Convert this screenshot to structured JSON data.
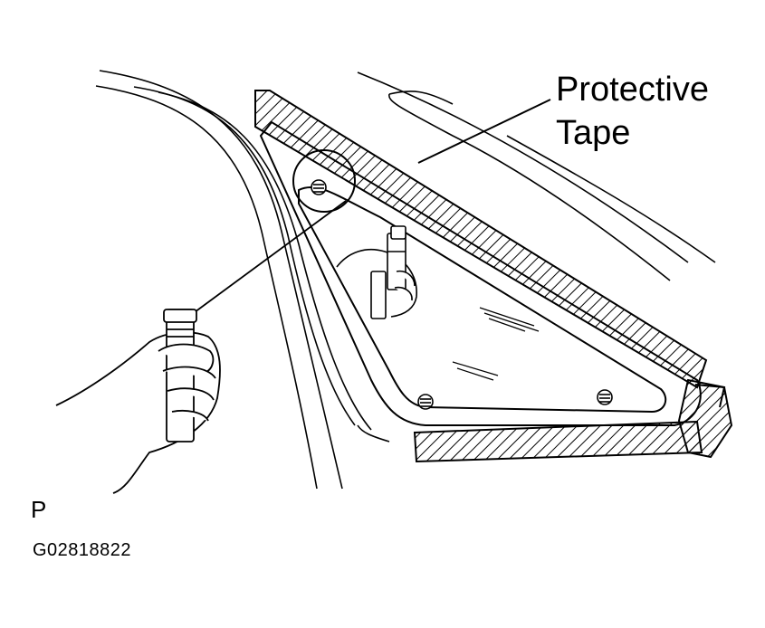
{
  "callout": {
    "line1": "Protective",
    "line2": "Tape"
  },
  "view_letter": "P",
  "figure_code": "G02818822",
  "colors": {
    "ink": "#000000",
    "paper": "#ffffff"
  }
}
